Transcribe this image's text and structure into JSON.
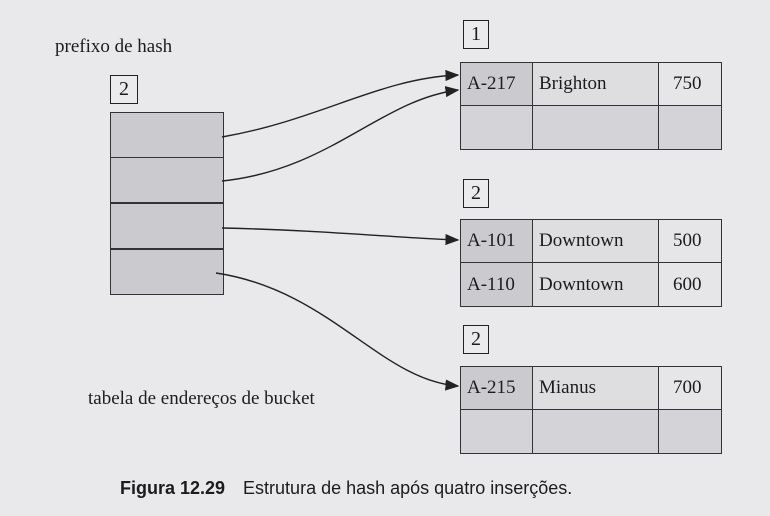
{
  "diagram": {
    "prefix_label": "prefixo de hash",
    "global_depth": "2",
    "table_label": "tabela de endereços de bucket",
    "buckets": [
      {
        "local_depth": "1",
        "rows": [
          [
            "A-217",
            "Brighton",
            "750"
          ],
          [
            "",
            "",
            ""
          ]
        ]
      },
      {
        "local_depth": "2",
        "rows": [
          [
            "A-101",
            "Downtown",
            "500"
          ],
          [
            "A-110",
            "Downtown",
            "600"
          ]
        ]
      },
      {
        "local_depth": "2",
        "rows": [
          [
            "A-215",
            "Mianus",
            "700"
          ],
          [
            "",
            "",
            ""
          ]
        ]
      }
    ],
    "caption_number": "Figura 12.29",
    "caption_text": "Estrutura de hash após quatro inserções."
  }
}
